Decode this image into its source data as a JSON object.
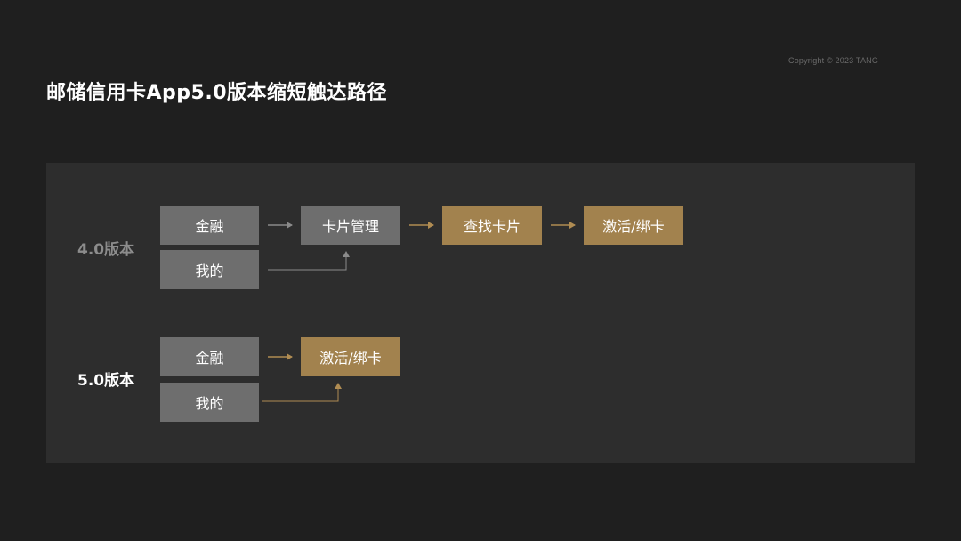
{
  "copyright": "Copyright © 2023 TANG",
  "title": "邮储信用卡App5.0版本缩短触达路径",
  "colors": {
    "background": "#1f1f1f",
    "panel": "#2d2d2d",
    "gray_box": "#6e6e6e",
    "gold_box": "#a2824e",
    "gray_line": "#8a8a8a",
    "gold_line": "#b08c52"
  },
  "v4": {
    "label": "4.0版本",
    "finance": "金融",
    "mine": "我的",
    "card_manage": "卡片管理",
    "find_card": "查找卡片",
    "activate": "激活/绑卡"
  },
  "v5": {
    "label": "5.0版本",
    "finance": "金融",
    "mine": "我的",
    "activate": "激活/绑卡"
  }
}
